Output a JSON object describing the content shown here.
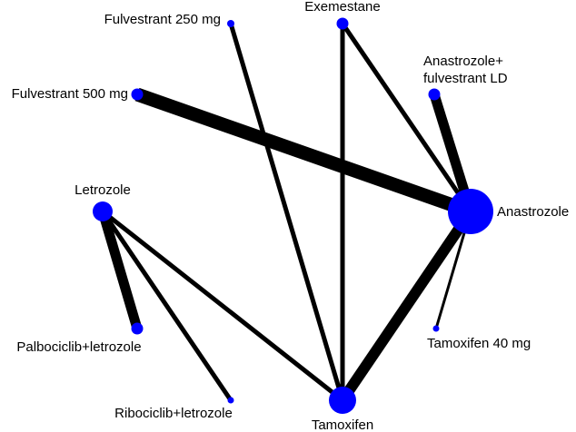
{
  "colors": {
    "node": "#0000ff",
    "edge": "#000000",
    "background": "#ffffff"
  },
  "network": {
    "nodes": [
      {
        "id": "fulv250",
        "label": "Fulvestrant 250 mg"
      },
      {
        "id": "exem",
        "label": "Exemestane"
      },
      {
        "id": "anafulv",
        "label": "Anastrozole+\nfulvestrant LD"
      },
      {
        "id": "fulv500",
        "label": "Fulvestrant 500 mg"
      },
      {
        "id": "letro",
        "label": "Letrozole"
      },
      {
        "id": "anas",
        "label": "Anastrozole"
      },
      {
        "id": "palbo",
        "label": "Palbociclib+letrozole"
      },
      {
        "id": "tam40",
        "label": "Tamoxifen 40 mg"
      },
      {
        "id": "ribo",
        "label": "Ribociclib+letrozole"
      },
      {
        "id": "tam",
        "label": "Tamoxifen"
      }
    ],
    "edges": [
      {
        "from": "fulv500",
        "to": "anas"
      },
      {
        "from": "anafulv",
        "to": "anas"
      },
      {
        "from": "exem",
        "to": "anas"
      },
      {
        "from": "exem",
        "to": "tam"
      },
      {
        "from": "fulv250",
        "to": "tam"
      },
      {
        "from": "anas",
        "to": "tam"
      },
      {
        "from": "anas",
        "to": "tam40"
      },
      {
        "from": "letro",
        "to": "palbo"
      },
      {
        "from": "letro",
        "to": "ribo"
      },
      {
        "from": "letro",
        "to": "tam"
      }
    ]
  }
}
